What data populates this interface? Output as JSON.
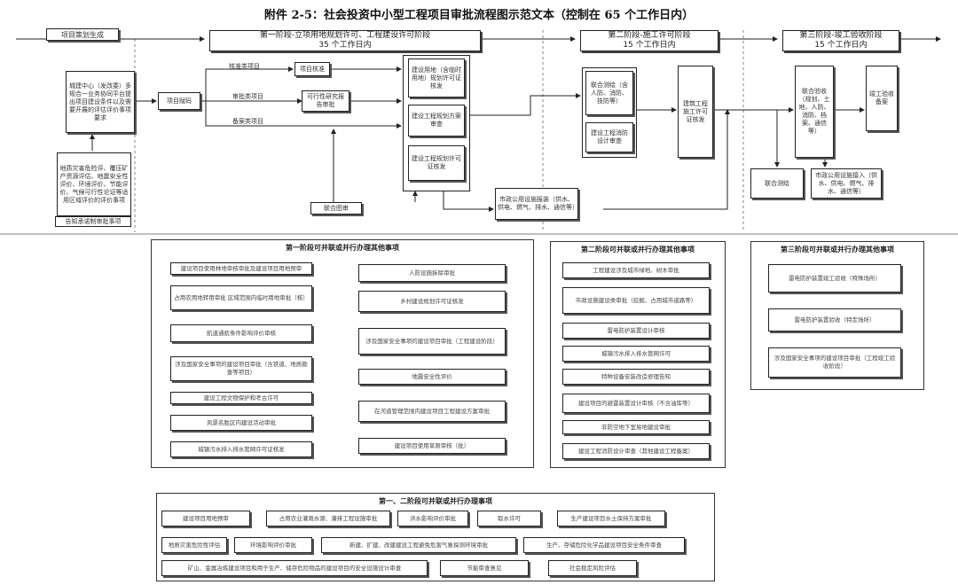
{
  "title": "附件 2-5：社会投资中小型工程项目审批流程图示范文本（控制在 65 个工作日内）",
  "stages": [
    {
      "name": "第一阶段-立项用地规划许可、工程建设许可阶段",
      "days": "35 个工作日内"
    },
    {
      "name": "第二阶段-施工许可阶段",
      "days": "15 个工作日内"
    },
    {
      "name": "第三阶段-竣工验收阶段",
      "days": "15 个工作日内"
    }
  ],
  "start_label": "项目策划生成",
  "flow": {
    "lead": "城建中心（发改委）多规合一业务协同平台提出项目建设条件以及需要开展的评估评价事项要求",
    "checklist": "地质灾害危险评、覆压矿产资源评估、地震安全性评价、环境评价、节能评价、气候可行性论证等适用区域评价的评价事项",
    "notice": "告知承诺制审批事项",
    "register": "项目赋码",
    "branch_approve": "核准类项目",
    "branch_filing": "备案类项目",
    "branch_approve2": "审批类项目",
    "approve_box": "项目核准",
    "feasibility": "可行性研究报告审批",
    "land_permit": "建设用地（含临时用地）规划许可证核发",
    "plan_review": "建设工程规划方案审查",
    "build_permit": "建设工程规划许可证核发",
    "joint_review": "联合图审",
    "utility": "市政公用设施报装（供水、供电、燃气、排水、通信等）",
    "joint_survey": "联合测绘（含人防、消防、技防等）",
    "construction_drawing": "建设工程消防设计审查",
    "construction_permit": "建筑工程施工许可证核发",
    "joint_inspect": "联合验收（规划、土地、人防、消防、档案、通信等）",
    "joint_measure": "联合测绘",
    "utility_connect": "市政公用设施接入（供水、供电、燃气、排水、通信等）",
    "completion": "竣工验收备案"
  },
  "panel1": {
    "title": "第一阶段可并联或并行办理其他事项",
    "left": [
      "建设项目使用林地审核审批及建设项目用地预审",
      "占用农用地转用审批 区域范围内临时用地审批（核）",
      "航道通航条件影响评价审核",
      "涉及国家安全事项的建设项目审批（含铁道、地质勘查等项目）",
      "建设工程文物保护和考古许可",
      "风景名胜区内建设活动审批",
      "城镇污水排入排水管网许可证核发"
    ],
    "right": [
      "人防设施拆除审批",
      "乡村建设规划许可证核发",
      "涉及国家安全事项的建设项目审批（工程建设阶段）",
      "地震安全性评价",
      "在河道管理范围内建设项目工程建设方案审批",
      "建设项目使用草原审核（批）"
    ]
  },
  "panel2": {
    "title": "第二阶段可并联或并行办理其他事项",
    "items": [
      "工程建设涉及城市绿地、树木审批",
      "市政设施建设类审批（挖掘、占用城市道路等）",
      "雷电防护装置设计审核",
      "城镇污水排入排水管网许可",
      "特种设备安装改造修理告知",
      "建设项目的避雷装置设计审核（不含油库等）",
      "非防空地下室易地建设审批",
      "建设工程消防设计审查（其他建设工程备案）"
    ]
  },
  "panel3": {
    "title": "第三阶段可并联或并行办理其他事项",
    "items": [
      "雷电防护装置竣工验收（特殊场所）",
      "雷电防护装置验收（特定场所）",
      "涉及国家安全事项的建设项目审批（工程竣工验收阶段）"
    ]
  },
  "panel4": {
    "title": "第一、二阶段可并联或并行办理事项",
    "row1": [
      "建设项目用地预审",
      "占用农业灌溉水源、灌排工程设施审批",
      "洪水影响评价审批",
      "取水许可",
      "生产建设项目水土保持方案审批"
    ],
    "row2": [
      "地质灾害危险性评估",
      "环境影响评价审批",
      "新建、扩建、改建建设工程避免危害气象探测环境审批",
      "生产、存储危险化学品建设项目安全条件审查"
    ],
    "row3": [
      "矿山、金属冶炼建设项目和用于生产、储存危险物品的建设项目的安全设施设计审查",
      "节能审查意见",
      "社会稳定风险评估"
    ]
  }
}
